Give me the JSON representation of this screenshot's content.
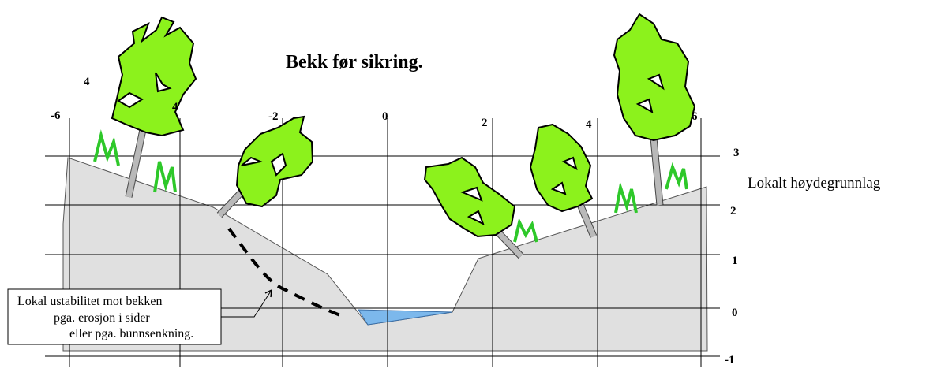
{
  "title": "Bekk før sikring.",
  "datum_label": "Lokalt høydegrunnlag",
  "x_ticks": [
    "-6",
    "-2",
    "0",
    "2",
    "4",
    "6"
  ],
  "stray_labels": [
    "4",
    "4"
  ],
  "y_ticks": [
    "3",
    "2",
    "1",
    "0",
    "-1"
  ],
  "annotation": {
    "lines": [
      "Lokal ustabilitet mot bekken",
      "pga. erosjon i sider",
      "eller pga. bunnsenkning."
    ]
  },
  "colors": {
    "terrain_fill": "#e0e0e0",
    "water": "#7cb8ec",
    "crown": "#8cf21c",
    "grass": "#2ec82a",
    "trunk": "#b9b9b9"
  }
}
